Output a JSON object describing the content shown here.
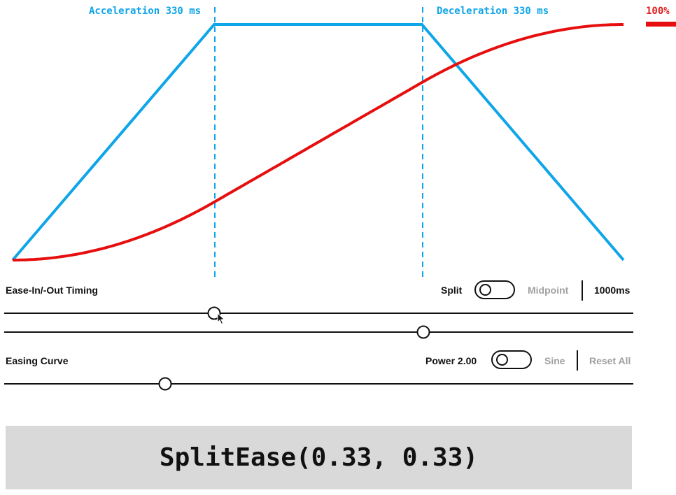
{
  "graph": {
    "accel_label": "Acceleration 330 ms",
    "decel_label": "Deceleration 330 ms",
    "progress_label": "100%",
    "progress_value": 1.0,
    "split_in": 0.33,
    "split_out": 0.33,
    "power": 2.0,
    "colors": {
      "velocity": "#0ea5e9",
      "position": "#e60e0e",
      "guides": "#0ea5e9"
    }
  },
  "timing": {
    "label": "Ease-In/-Out Timing",
    "split_label": "Split",
    "midpoint_label": "Midpoint",
    "duration_label": "1000ms",
    "in_value": 0.33,
    "out_value": 0.67
  },
  "curve": {
    "label": "Easing Curve",
    "power_label": "Power 2.00",
    "sine_label": "Sine",
    "reset_label": "Reset All",
    "slider_value": 0.255
  },
  "output": {
    "function_text": "SplitEase(0.33, 0.33)"
  },
  "icons": {
    "cursor": "mouse-pointer-icon"
  }
}
